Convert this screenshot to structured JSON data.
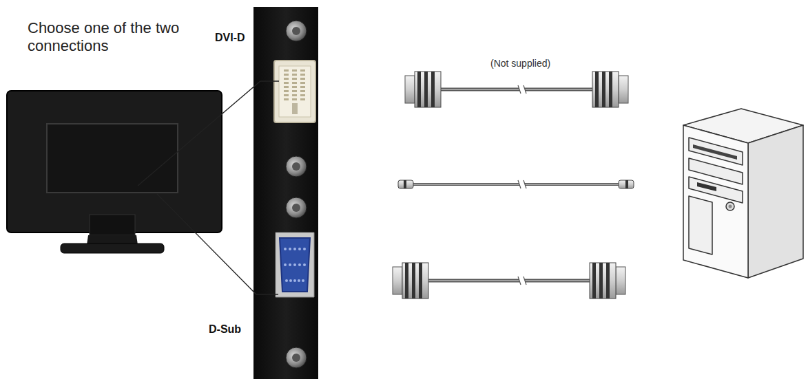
{
  "diagram": {
    "title": "Choose one of the two connections",
    "labels": [
      "DVI-D",
      "D-Sub",
      "(Not supplied)"
    ]
  }
}
